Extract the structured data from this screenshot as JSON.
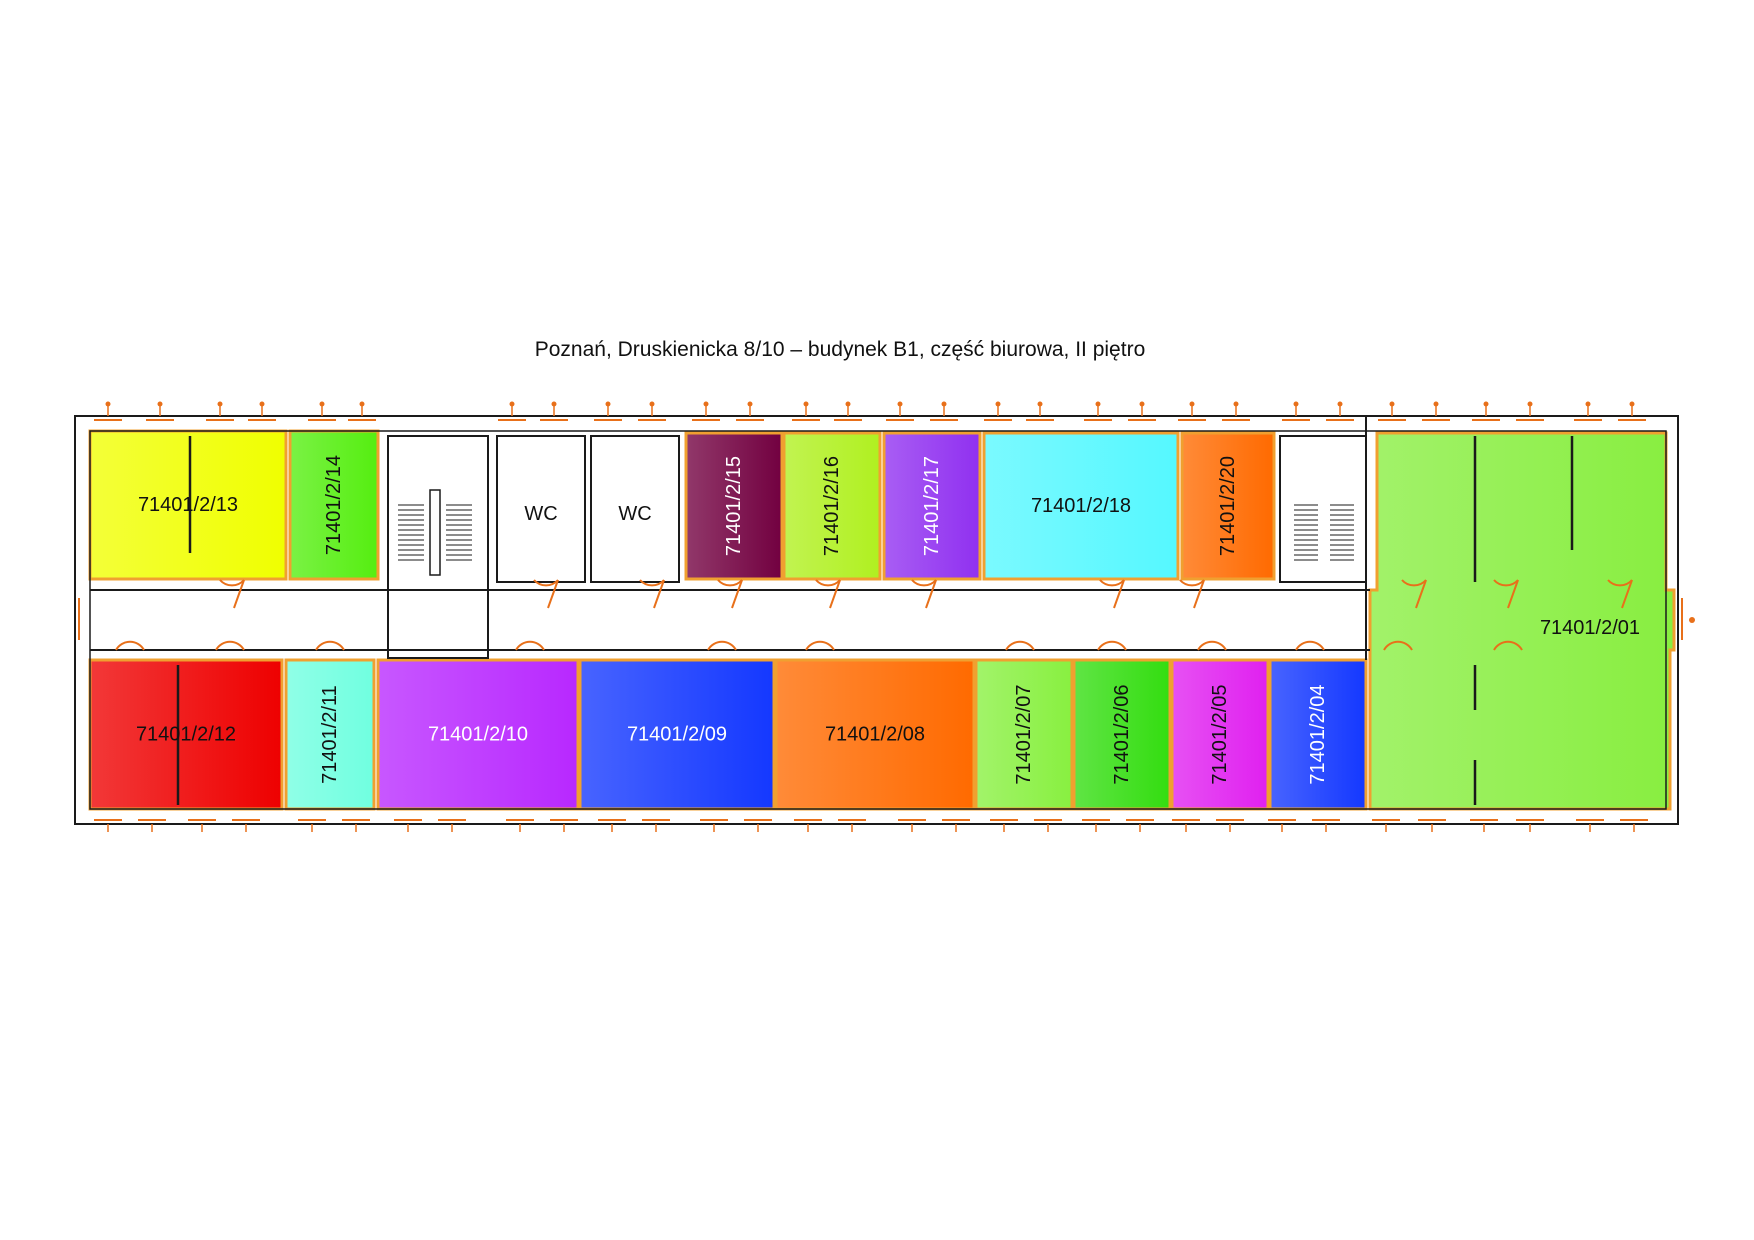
{
  "title": "Poznań, Druskienicka 8/10 – budynek B1, część biurowa, II piętro",
  "colors": {
    "wall": "#1a1a1a",
    "room_border": "#f0a030",
    "window": "#e8701a",
    "door": "#e8701a"
  },
  "rooms": [
    {
      "id": "r13",
      "label": "71401/2/13",
      "color": "#f0ff00",
      "text_color": "#111111",
      "vertical": false
    },
    {
      "id": "r14",
      "label": "71401/2/14",
      "color": "#55ee10",
      "text_color": "#111111",
      "vertical": true
    },
    {
      "id": "r15",
      "label": "71401/2/15",
      "color": "#720040",
      "text_color": "#ffffff",
      "vertical": true
    },
    {
      "id": "r16",
      "label": "71401/2/16",
      "color": "#b0f020",
      "text_color": "#111111",
      "vertical": true
    },
    {
      "id": "r17",
      "label": "71401/2/17",
      "color": "#9030f0",
      "text_color": "#ffffff",
      "vertical": true
    },
    {
      "id": "r18",
      "label": "71401/2/18",
      "color": "#55f8ff",
      "text_color": "#111111",
      "vertical": false
    },
    {
      "id": "r20",
      "label": "71401/2/20",
      "color": "#ff6a00",
      "text_color": "#111111",
      "vertical": true
    },
    {
      "id": "r12",
      "label": "71401/2/12",
      "color": "#ee0000",
      "text_color": "#111111",
      "vertical": false
    },
    {
      "id": "r11",
      "label": "71401/2/11",
      "color": "#70ffe0",
      "text_color": "#111111",
      "vertical": true
    },
    {
      "id": "r10",
      "label": "71401/2/10",
      "color": "#b828ff",
      "text_color": "#ffffff",
      "vertical": false
    },
    {
      "id": "r09",
      "label": "71401/2/09",
      "color": "#1438ff",
      "text_color": "#ffffff",
      "vertical": false
    },
    {
      "id": "r08",
      "label": "71401/2/08",
      "color": "#ff6a00",
      "text_color": "#111111",
      "vertical": false
    },
    {
      "id": "r07",
      "label": "71401/2/07",
      "color": "#88f040",
      "text_color": "#111111",
      "vertical": true
    },
    {
      "id": "r06",
      "label": "71401/2/06",
      "color": "#33dd10",
      "text_color": "#111111",
      "vertical": true
    },
    {
      "id": "r05",
      "label": "71401/2/05",
      "color": "#e020f0",
      "text_color": "#111111",
      "vertical": true
    },
    {
      "id": "r04",
      "label": "71401/2/04",
      "color": "#1438ff",
      "text_color": "#ffffff",
      "vertical": true
    },
    {
      "id": "r01",
      "label": "71401/2/01",
      "color": "#88ee40",
      "text_color": "#111111",
      "vertical": false
    }
  ],
  "wc_rooms": [
    {
      "id": "wc1",
      "label": "WC"
    },
    {
      "id": "wc2",
      "label": "WC"
    }
  ]
}
